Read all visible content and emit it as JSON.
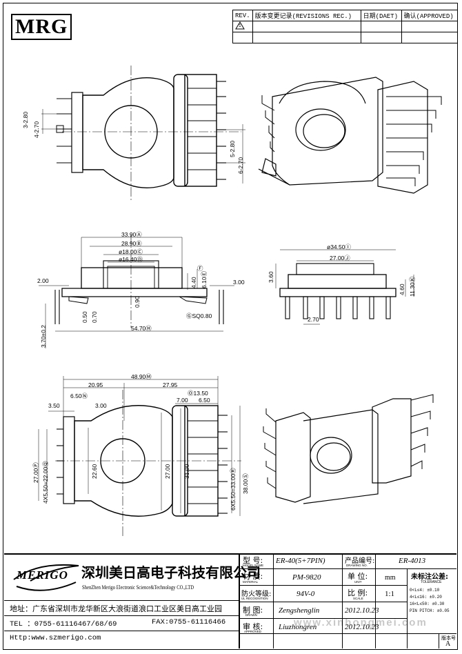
{
  "header": {
    "logo": "MRG",
    "rev_table": {
      "headers": [
        "REV.",
        "版本变更记录(REVISIONS REC.)",
        "日期(DAET)",
        "确认(APPROVED)"
      ],
      "rev_mark": "1"
    }
  },
  "dimensions": {
    "top_view": {
      "left_pitch_a": "3-2.80",
      "left_pitch_b": "4-2.70",
      "right_pitch_a": "5-2.80",
      "right_pitch_b": "6-2.70"
    },
    "front_view": {
      "d_a": "33.90Ⓐ",
      "d_b": "28.90Ⓑ",
      "d_c": "ø18.00Ⓒ",
      "d_d": "ø16.40Ⓓ",
      "d_e": "6.10Ⓔ",
      "d_f": "Ⓕ",
      "d_440": "4.40",
      "d_200": "2.00",
      "d_300": "3.00",
      "d_090": "0.90",
      "d_050": "0.50",
      "d_070": "0.70",
      "d_sq": "ⒼSQ0.80",
      "d_h": "54.70Ⓗ",
      "d_370": "3.70±0.2"
    },
    "side_view": {
      "d_i": "ø34.50Ⓘ",
      "d_j": "27.00Ⓙ",
      "d_360": "3.60",
      "d_460": "4.60",
      "d_k": "11.30Ⓚ",
      "d_270": "2.70"
    },
    "bottom_view": {
      "d_m": "48.90Ⓜ",
      "d_2095": "20.95",
      "d_2795": "27.95",
      "d_o": "Ⓞ13.50",
      "d_n": "6.50Ⓝ",
      "d_300": "3.00",
      "d_350": "3.50",
      "d_700": "7.00",
      "d_650": "6.50",
      "d_p": "27.00Ⓟ",
      "d_q": "4X5.50=22.00Ⓠ",
      "d_2260": "22.60",
      "d_2700": "27.00",
      "d_3100": "31.00",
      "d_r": "6X5.50=33.00Ⓡ",
      "d_s": "38.00Ⓢ"
    }
  },
  "title_block": {
    "company_logo": "MERIGO",
    "company_cn": "深圳美日高电子科技有限公司",
    "company_en": "ShenZhen Merigo Electronic Science&Technology CO.,LTD",
    "address": "地址：广东省深圳市龙华新区大浪街道浪口工业区美日高工业园",
    "tel": "TEL ：0755-61116467/68/69",
    "fax": "FAX:0755-61116466",
    "http": "Http:www.szmerigo.com",
    "model_label_cn": "型  号:",
    "model_label_en": "MODEL NAME",
    "model_value": "ER-40(5+7PIN)",
    "drawing_no_label_cn": "产品编号:",
    "drawing_no_label_en": "DRAWING NO.",
    "drawing_no_value": "ER-4013",
    "material_label_cn": "材  质:",
    "material_label_en": "MATERIAL",
    "material_value": "PM-9820",
    "unit_label_cn": "单  位:",
    "unit_label_en": "UNIT",
    "unit_value": "mm",
    "ul_label_cn": "防火等级:",
    "ul_label_en": "UL RECOGNITION",
    "ul_value": "94V-0",
    "scale_label_cn": "比  例:",
    "scale_label_en": "SCALE",
    "scale_value": "1:1",
    "drawn_label_cn": "制  图:",
    "drawn_label_en": "DRAWN",
    "drawn_value": "Zengshenglin",
    "drawn_date": "2012.10.23",
    "approved_label_cn": "审  核:",
    "approved_label_en": "APPROVED",
    "approved_value": "Liuzhongren",
    "approved_date": "2012.10.23",
    "tolerance_title_cn": "未标注公差:",
    "tolerance_title_en": "TOLERANCE",
    "tolerance_rows": [
      "0<L≤4:  ±0.10",
      "4<L≤16: ±0.20",
      "16<L≤50: ±0.30",
      "PIN PITCH: ±0.05"
    ],
    "version_label": "版本号",
    "version_value": "A",
    "watermark": "www.xinhongmei.com"
  }
}
